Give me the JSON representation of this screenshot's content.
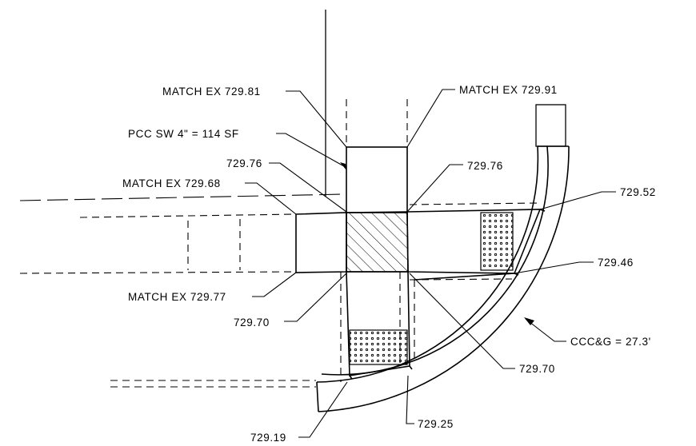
{
  "labels": {
    "match_ex_72981": "MATCH EX 729.81",
    "match_ex_72991": "MATCH EX 729.91",
    "pcc_sw": "PCC SW 4\" = 114 SF",
    "elev_72976_left": "729.76",
    "elev_72976_right": "729.76",
    "match_ex_72968": "MATCH EX 729.68",
    "elev_72952": "729.52",
    "elev_72946": "729.46",
    "match_ex_72977": "MATCH EX 729.77",
    "elev_72970_left": "729.70",
    "elev_72970_right": "729.70",
    "cccg": "CCC&G = 27.3'",
    "elev_72925": "729.25",
    "elev_72919": "729.19"
  }
}
